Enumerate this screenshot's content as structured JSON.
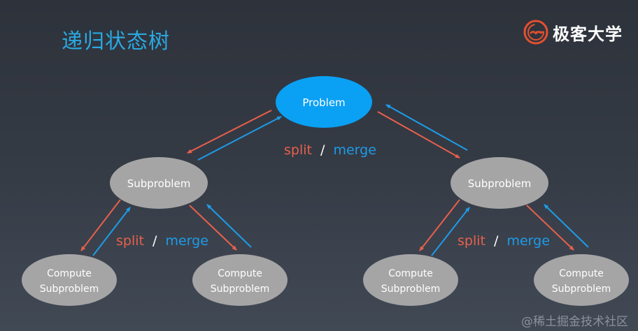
{
  "slide": {
    "title": "递归状态树",
    "brand": {
      "name": "极客大学",
      "logo_icon": "geekbang-logo-icon",
      "logo_color": "#e4502e"
    },
    "watermark": "@稀土掘金技术社区"
  },
  "colors": {
    "split": "#e8604c",
    "merge": "#1e9be8",
    "root_fill": "#0aa0f4",
    "node_fill": "#a6a5a6",
    "node_text": "#ffffff",
    "slash": "#ffffff"
  },
  "nodes": {
    "root": {
      "label": "Problem"
    },
    "left": {
      "label": "Subproblem"
    },
    "right": {
      "label": "Subproblem"
    },
    "ll": {
      "line1": "Compute",
      "line2": "Subproblem"
    },
    "lr": {
      "line1": "Compute",
      "line2": "Subproblem"
    },
    "rl": {
      "line1": "Compute",
      "line2": "Subproblem"
    },
    "rr": {
      "line1": "Compute",
      "line2": "Subproblem"
    }
  },
  "edge_labels": {
    "split": "split",
    "slash": "/",
    "merge": "merge"
  }
}
